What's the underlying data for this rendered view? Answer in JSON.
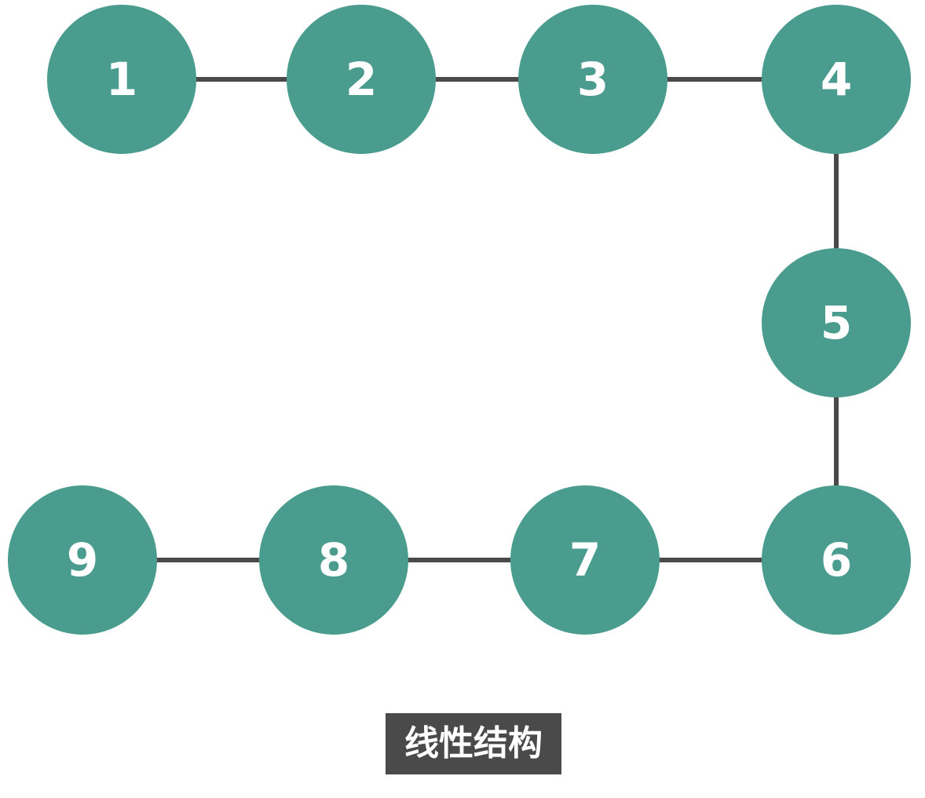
{
  "diagram": {
    "title": "线性结构",
    "type": "linked-list",
    "nodes": [
      {
        "label": "1"
      },
      {
        "label": "2"
      },
      {
        "label": "3"
      },
      {
        "label": "4"
      },
      {
        "label": "5"
      },
      {
        "label": "6"
      },
      {
        "label": "7"
      },
      {
        "label": "8"
      },
      {
        "label": "9"
      }
    ],
    "edges": [
      {
        "from": "1",
        "to": "2"
      },
      {
        "from": "2",
        "to": "3"
      },
      {
        "from": "3",
        "to": "4"
      },
      {
        "from": "4",
        "to": "5"
      },
      {
        "from": "5",
        "to": "6"
      },
      {
        "from": "6",
        "to": "7"
      },
      {
        "from": "7",
        "to": "8"
      },
      {
        "from": "8",
        "to": "9"
      }
    ],
    "colors": {
      "background": "#ffffff",
      "node_fill": "#4a9d8e",
      "node_text": "#ffffff",
      "edge": "#4a4a4a",
      "caption_bg": "#4a4a4a",
      "caption_text": "#ffffff"
    }
  }
}
